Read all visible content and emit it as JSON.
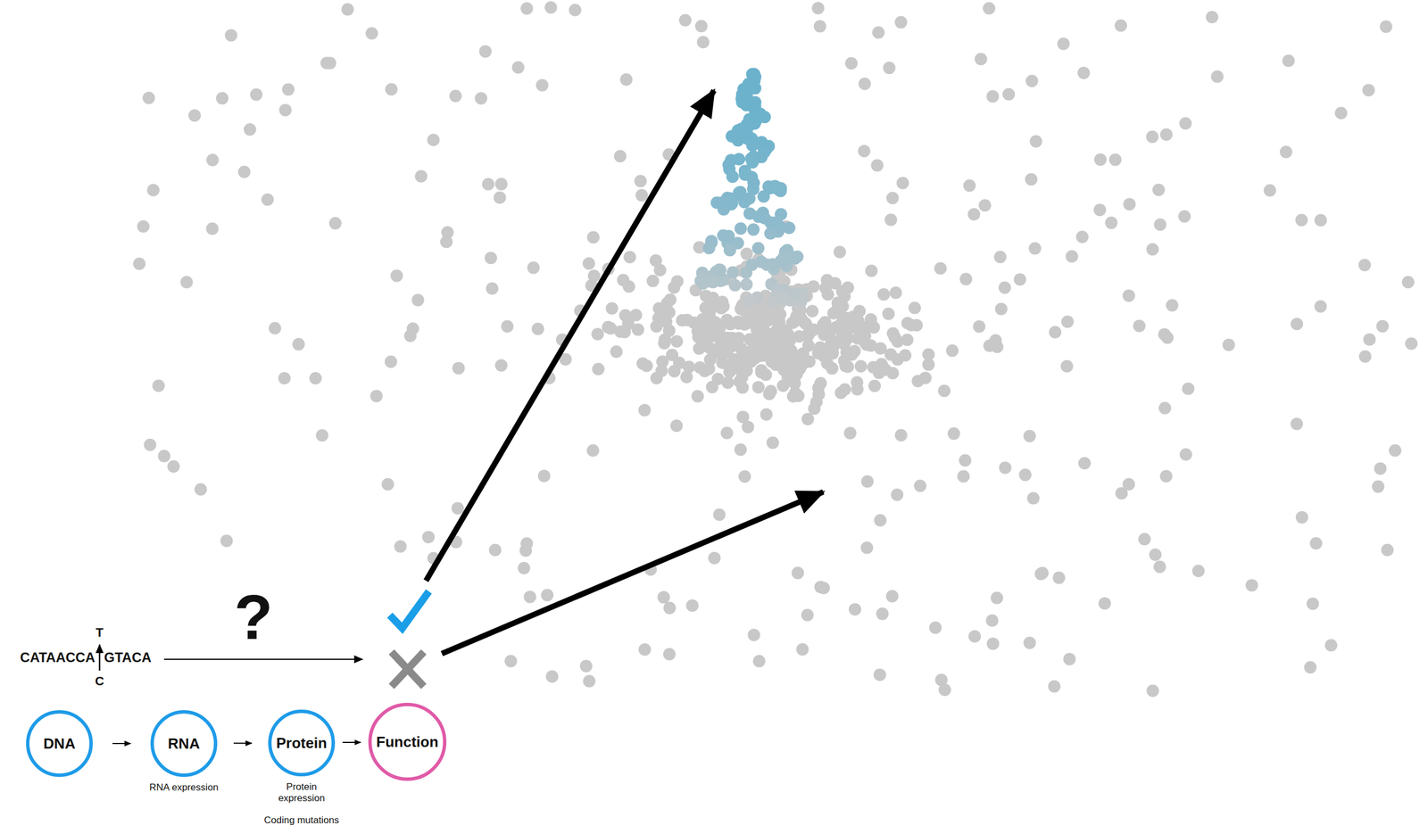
{
  "diagram": {
    "nodes": [
      {
        "text": [
          "DNA"
        ]
      },
      {
        "text": [
          "RNA",
          "RNA expression"
        ]
      },
      {
        "text": [
          "Protein",
          "Protein expression",
          "Coding mutations"
        ]
      },
      {
        "text": [
          "Function"
        ]
      }
    ],
    "edges": [
      {
        "from": 0,
        "to": 1,
        "arrow": "to"
      },
      {
        "from": 1,
        "to": 2,
        "arrow": "to"
      },
      {
        "from": 2,
        "to": 3,
        "arrow": "to"
      }
    ],
    "labels": [
      "T",
      "CATAACCA",
      "GTACA",
      "C",
      "?"
    ]
  }
}
